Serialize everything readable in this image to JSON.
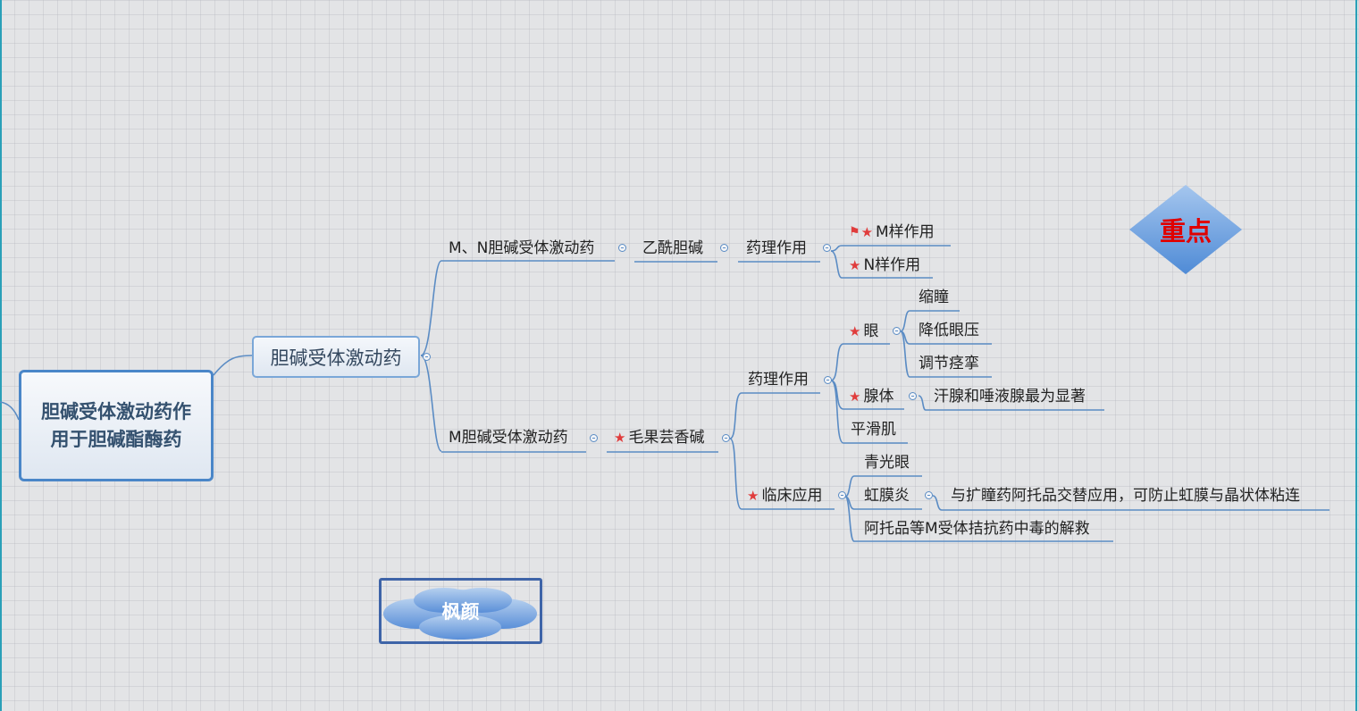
{
  "colors": {
    "branch": "#5b8cc4",
    "star": "#e03c3c",
    "priority_text": "#e00000",
    "edge": "#2aa0b8"
  },
  "root": {
    "label": "胆碱受体激动药作用于胆碱酯酶药"
  },
  "main": {
    "label": "胆碱受体激动药"
  },
  "mn": {
    "label": "M、N胆碱受体激动药",
    "drug": "乙酰胆碱",
    "pharm": "药理作用",
    "m_effect": "M样作用",
    "n_effect": "N样作用"
  },
  "m": {
    "label": "M胆碱受体激动药",
    "drug": "毛果芸香碱",
    "pharm": "药理作用",
    "eye": "眼",
    "eye_items": [
      "缩瞳",
      "降低眼压",
      "调节痉挛"
    ],
    "gland": "腺体",
    "gland_detail": "汗腺和唾液腺最为显著",
    "smooth": "平滑肌",
    "clinical": "临床应用",
    "glaucoma": "青光眼",
    "iritis": "虹膜炎",
    "iritis_detail": "与扩瞳药阿托品交替应用，可防止虹膜与晶状体粘连",
    "antidote": "阿托品等M受体拮抗药中毒的解救"
  },
  "priority_label": "重点",
  "floating_label": "枫颜",
  "icons": {
    "star": "star-icon",
    "flag": "flag-icon",
    "collapse": "collapse-toggle-icon"
  }
}
